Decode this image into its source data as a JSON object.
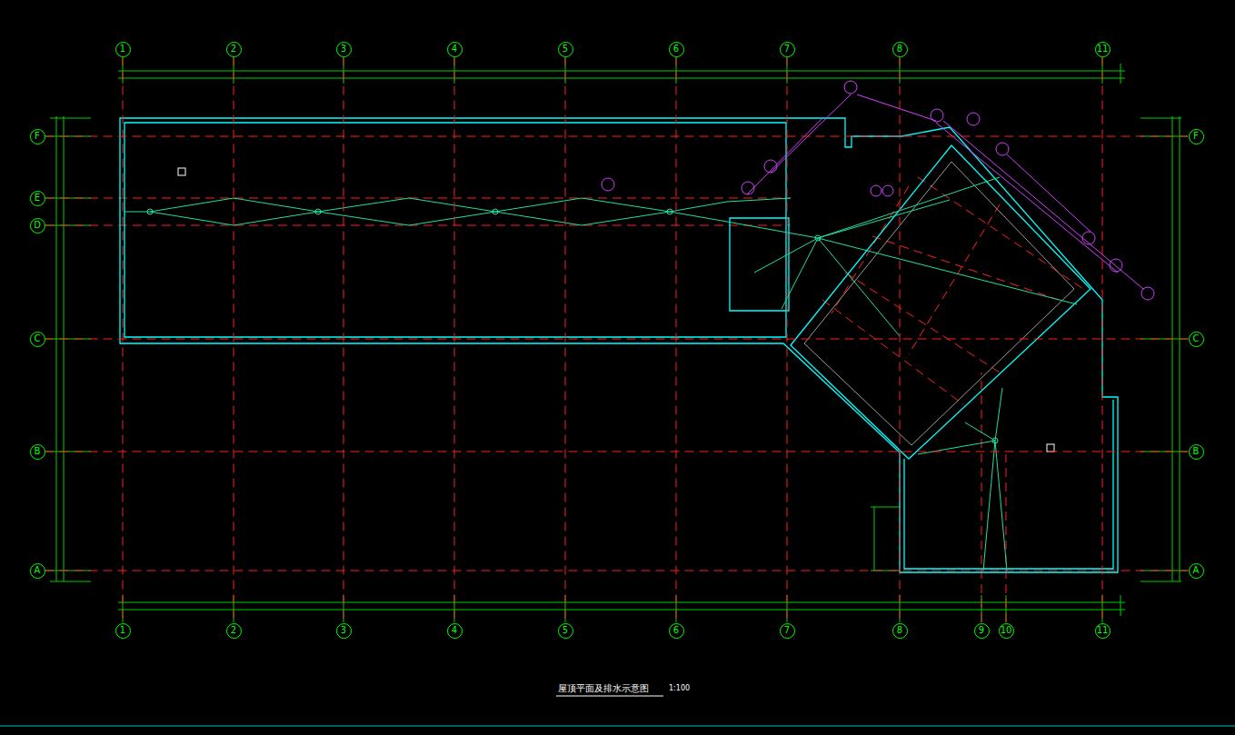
{
  "diagram": {
    "title": "屋顶平面及排水示意图",
    "nodes": [
      {
        "text": [
          "1"
        ]
      },
      {
        "text": [
          "2"
        ]
      },
      {
        "text": [
          "3"
        ]
      },
      {
        "text": [
          "4"
        ]
      },
      {
        "text": [
          "5"
        ]
      },
      {
        "text": [
          "6"
        ]
      },
      {
        "text": [
          "7"
        ]
      },
      {
        "text": [
          "8"
        ]
      },
      {
        "text": [
          "11"
        ]
      },
      {
        "text": [
          "1"
        ]
      },
      {
        "text": [
          "2"
        ]
      },
      {
        "text": [
          "3"
        ]
      },
      {
        "text": [
          "4"
        ]
      },
      {
        "text": [
          "5"
        ]
      },
      {
        "text": [
          "6"
        ]
      },
      {
        "text": [
          "7"
        ]
      },
      {
        "text": [
          "8"
        ]
      },
      {
        "text": [
          "9"
        ]
      },
      {
        "text": [
          "10"
        ]
      },
      {
        "text": [
          "11"
        ]
      },
      {
        "text": [
          "F"
        ]
      },
      {
        "text": [
          "E"
        ]
      },
      {
        "text": [
          "D"
        ]
      },
      {
        "text": [
          "C"
        ]
      },
      {
        "text": [
          "B"
        ]
      },
      {
        "text": [
          "A"
        ]
      },
      {
        "text": [
          "F"
        ]
      },
      {
        "text": [
          "C"
        ]
      },
      {
        "text": [
          "B"
        ]
      },
      {
        "text": [
          "A"
        ]
      }
    ],
    "edges": [
      {
        "from": 0,
        "to": 9,
        "arrow": "none"
      },
      {
        "from": 1,
        "to": 10,
        "arrow": "none"
      },
      {
        "from": 2,
        "to": 11,
        "arrow": "none"
      },
      {
        "from": 3,
        "to": 12,
        "arrow": "none"
      },
      {
        "from": 4,
        "to": 13,
        "arrow": "none"
      },
      {
        "from": 5,
        "to": 14,
        "arrow": "none"
      },
      {
        "from": 6,
        "to": 15,
        "arrow": "none"
      },
      {
        "from": 7,
        "to": 16,
        "arrow": "none"
      },
      {
        "from": 8,
        "to": 19,
        "arrow": "none"
      },
      {
        "from": 20,
        "to": 26,
        "arrow": "none"
      },
      {
        "from": 23,
        "to": 27,
        "arrow": "none"
      },
      {
        "from": 24,
        "to": 28,
        "arrow": "none"
      },
      {
        "from": 25,
        "to": 29,
        "arrow": "none"
      }
    ],
    "labels": [
      "1:100"
    ]
  }
}
